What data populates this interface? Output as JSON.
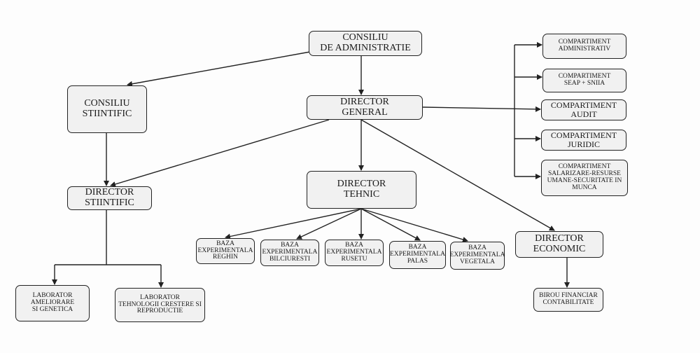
{
  "nodes": {
    "consiliu_administratie": "CONSILIU\nDE ADMINISTRATIE",
    "consiliu_stiintific": "CONSILIU\nSTIINTIFIC",
    "director_general": "DIRECTOR\nGENERAL",
    "compartiment_administrativ": "COMPARTIMENT\nADMINISTRATIV",
    "compartiment_seap": "COMPARTIMENT\nSEAP + SNIIA",
    "compartiment_audit": "COMPARTIMENT\nAUDIT",
    "compartiment_juridic": "COMPARTIMENT\nJURIDIC",
    "compartiment_salarizare": "COMPARTIMENT\nSALARIZARE-RESURSE\nUMANE-SECURITATE IN\nMUNCA",
    "director_stiintific": "DIRECTOR\nSTIINTIFIC",
    "director_tehnic": "DIRECTOR\nTEHNIC",
    "director_economic": "DIRECTOR\nECONOMIC",
    "baza_reghin": "BAZA\nEXPERIMENTALA\nREGHIN",
    "baza_bilciuresti": "BAZA\nEXPERIMENTALA\nBILCIURESTI",
    "baza_rusetu": "BAZA\nEXPERIMENTALA\nRUSETU",
    "baza_palas": "BAZA\nEXPERIMENTALA\nPALAS",
    "baza_vegetala": "BAZA\nEXPERIMENTALA\nVEGETALA",
    "laborator_ameliorare": "LABORATOR\nAMELIORARE\nSI GENETICA",
    "laborator_tehnologii": "LABORATOR\nTEHNOLOGII CRESTERE SI\nREPRODUCTIE",
    "birou_financiar": "BIROU FINANCIAR\nCONTABILITATE"
  },
  "colors": {
    "box_fill": "#f1f1f1",
    "line": "#222222"
  }
}
